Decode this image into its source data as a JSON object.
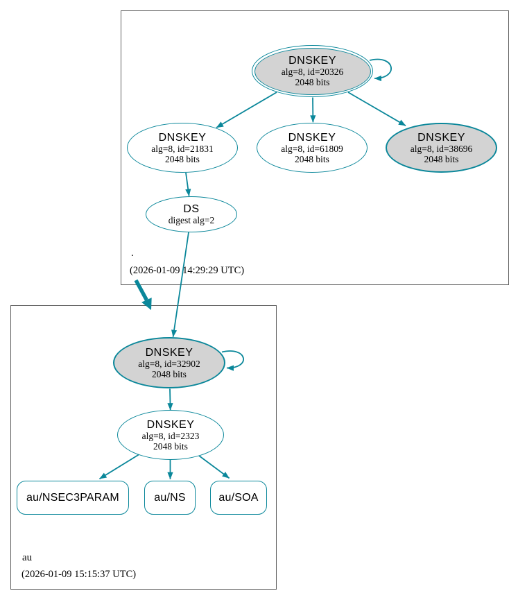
{
  "diagram": {
    "kind": "dnssec-authentication-chain",
    "colors": {
      "edge": "#0a879a",
      "ksk_fill": "#d3d3d3",
      "zsk_fill": "#ffffff",
      "cluster_border": "#5f5f5f",
      "text": "#000000"
    },
    "clusters": {
      "root": {
        "label": ".",
        "timestamp": "(2026-01-09 14:29:29 UTC)"
      },
      "au": {
        "label": "au",
        "timestamp": "(2026-01-09 15:15:37 UTC)"
      }
    },
    "nodes": {
      "dnskey_20326": {
        "title": "DNSKEY",
        "alg": "alg=8, id=20326",
        "bits": "2048 bits"
      },
      "dnskey_21831": {
        "title": "DNSKEY",
        "alg": "alg=8, id=21831",
        "bits": "2048 bits"
      },
      "dnskey_61809": {
        "title": "DNSKEY",
        "alg": "alg=8, id=61809",
        "bits": "2048 bits"
      },
      "dnskey_38696": {
        "title": "DNSKEY",
        "alg": "alg=8, id=38696",
        "bits": "2048 bits"
      },
      "ds_root_au": {
        "title": "DS",
        "alg": "digest alg=2"
      },
      "dnskey_32902": {
        "title": "DNSKEY",
        "alg": "alg=8, id=32902",
        "bits": "2048 bits"
      },
      "dnskey_2323": {
        "title": "DNSKEY",
        "alg": "alg=8, id=2323",
        "bits": "2048 bits"
      },
      "rrset_nsec3param": {
        "label": "au/NSEC3PARAM"
      },
      "rrset_ns": {
        "label": "au/NS"
      },
      "rrset_soa": {
        "label": "au/SOA"
      }
    }
  }
}
